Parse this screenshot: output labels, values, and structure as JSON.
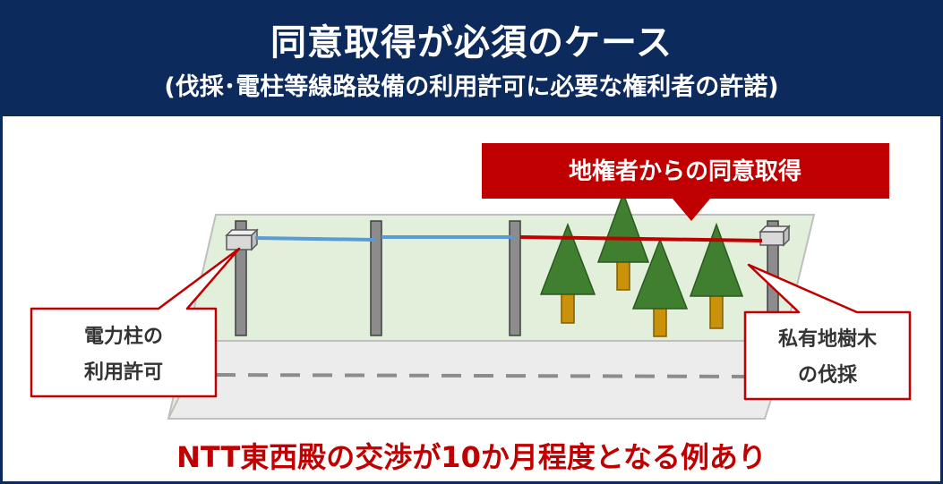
{
  "header": {
    "title": "同意取得が必須のケース",
    "subtitle": "(伐採･電柱等線路設備の利用許可に必要な権利者の許諾)"
  },
  "banner": {
    "label": "地権者からの同意取得"
  },
  "callouts": {
    "left": {
      "line1": "電力柱の",
      "line2": "利用許可"
    },
    "right": {
      "line1": "私有地樹木",
      "line2": "の伐採"
    }
  },
  "footer": {
    "text": "NTT東西殿の交渉が10か月程度となる例あり"
  },
  "colors": {
    "header_bg": "#0d2a5c",
    "accent_red": "#c00000",
    "wire_blue": "#5b9bd5",
    "ground_green": "#e2efda",
    "tree_green": "#3f7f2f",
    "trunk_gold": "#c9920a"
  }
}
